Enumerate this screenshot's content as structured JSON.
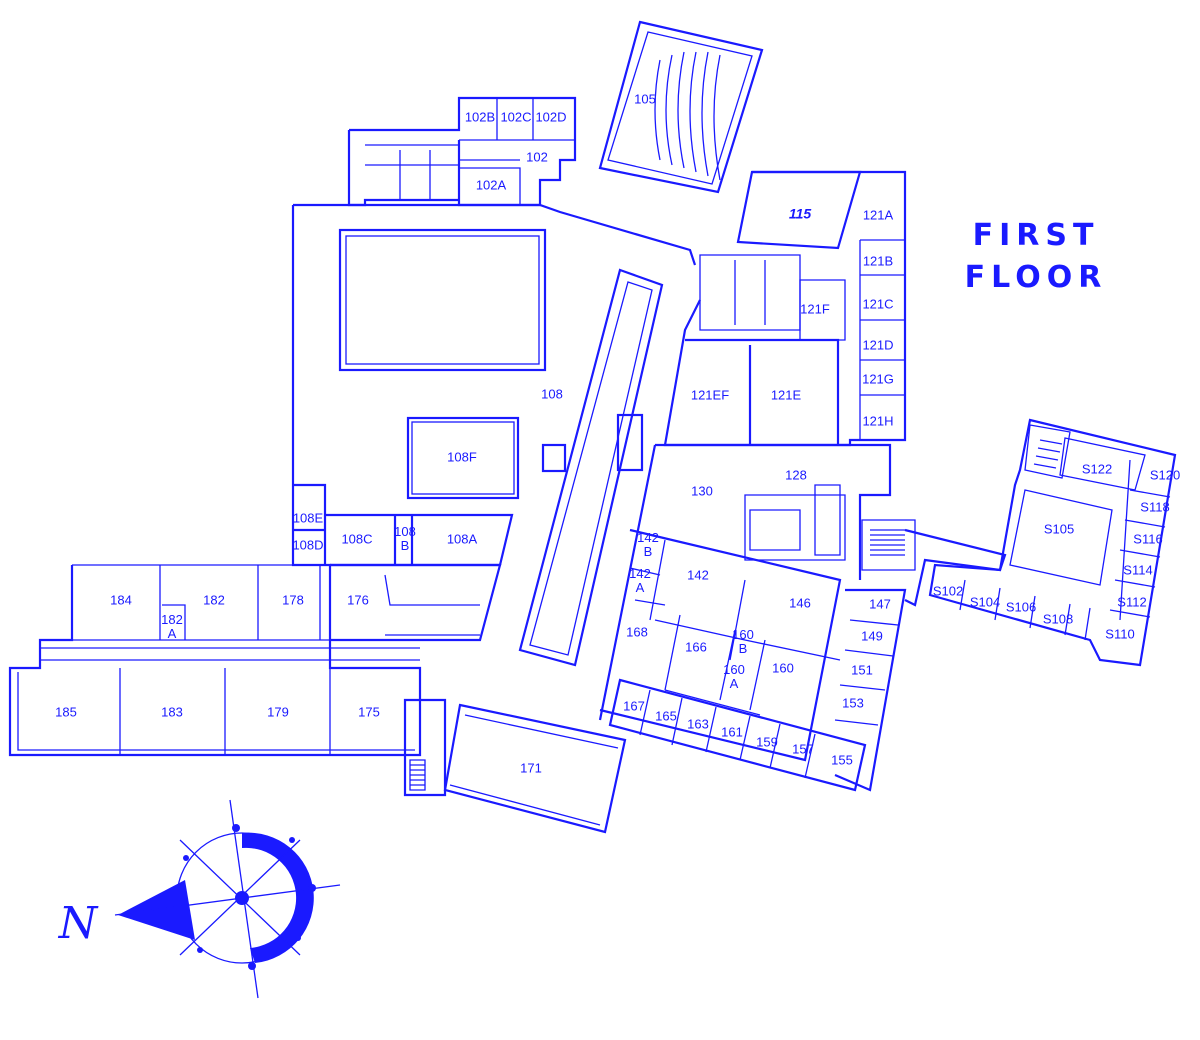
{
  "map_title": [
    "FIRST",
    "FLOOR"
  ],
  "north_label": "N",
  "brand_color": "#1a1aff",
  "rooms": [
    {
      "label": "102B"
    },
    {
      "label": "102C"
    },
    {
      "label": "102D"
    },
    {
      "label": "102"
    },
    {
      "label": "102A"
    },
    {
      "label": "105"
    },
    {
      "label": "115"
    },
    {
      "label": "121A"
    },
    {
      "label": "121B"
    },
    {
      "label": "121C"
    },
    {
      "label": "121D"
    },
    {
      "label": "121G"
    },
    {
      "label": "121H"
    },
    {
      "label": "121F"
    },
    {
      "label": "121EF"
    },
    {
      "label": "121E"
    },
    {
      "label": "108"
    },
    {
      "label": "108F"
    },
    {
      "label": "108E"
    },
    {
      "label": "108D"
    },
    {
      "label": "108C"
    },
    {
      "label": "108 B"
    },
    {
      "label": "108A"
    },
    {
      "label": "184"
    },
    {
      "label": "182"
    },
    {
      "label": "182 A"
    },
    {
      "label": "178"
    },
    {
      "label": "176"
    },
    {
      "label": "185"
    },
    {
      "label": "183"
    },
    {
      "label": "179"
    },
    {
      "label": "175"
    },
    {
      "label": "171"
    },
    {
      "label": "128"
    },
    {
      "label": "130"
    },
    {
      "label": "142 B"
    },
    {
      "label": "142 A"
    },
    {
      "label": "142"
    },
    {
      "label": "146"
    },
    {
      "label": "147"
    },
    {
      "label": "149"
    },
    {
      "label": "151"
    },
    {
      "label": "153"
    },
    {
      "label": "155"
    },
    {
      "label": "157"
    },
    {
      "label": "159"
    },
    {
      "label": "161"
    },
    {
      "label": "163"
    },
    {
      "label": "165"
    },
    {
      "label": "167"
    },
    {
      "label": "168"
    },
    {
      "label": "166"
    },
    {
      "label": "160 B"
    },
    {
      "label": "160 A"
    },
    {
      "label": "160"
    },
    {
      "label": "S122"
    },
    {
      "label": "S120"
    },
    {
      "label": "S118"
    },
    {
      "label": "S116"
    },
    {
      "label": "S114"
    },
    {
      "label": "S112"
    },
    {
      "label": "S110"
    },
    {
      "label": "S105"
    },
    {
      "label": "S102"
    },
    {
      "label": "S104"
    },
    {
      "label": "S106"
    },
    {
      "label": "S108"
    }
  ]
}
